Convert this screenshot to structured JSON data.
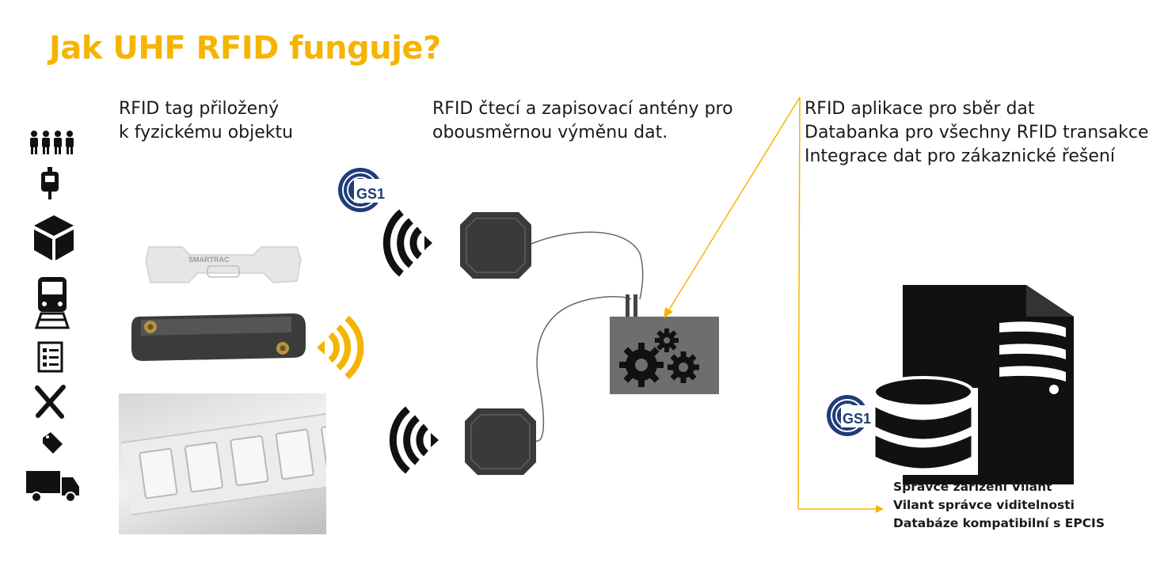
{
  "title": "Jak UHF RFID funguje?",
  "captions": {
    "tag": [
      "RFID tag přiložený",
      "k fyzickému objektu"
    ],
    "antenna": [
      "RFID čtecí a zapisovací antény pro",
      "obousměrnou výměnu dat."
    ],
    "app": [
      "RFID aplikace pro sběr dat",
      "Databanka pro všechny RFID transakce",
      "Integrace dat pro zákaznické řešení"
    ]
  },
  "label_smartrac": "SMARTRAC",
  "label_gs1": "GS1",
  "bottom_list": [
    "Správce zařízení Vilant",
    "Vilant správce viditelnosti",
    "Databáze kompatibilní s EPCIS"
  ],
  "icons": [
    "people-icon",
    "iv-bag-icon",
    "package-icon",
    "train-icon",
    "checklist-icon",
    "tools-icon",
    "tag-icon",
    "truck-icon"
  ],
  "colors": {
    "accent": "#f5b400",
    "dark": "#1a1a1a",
    "reader_box": "#6e6e6e"
  }
}
